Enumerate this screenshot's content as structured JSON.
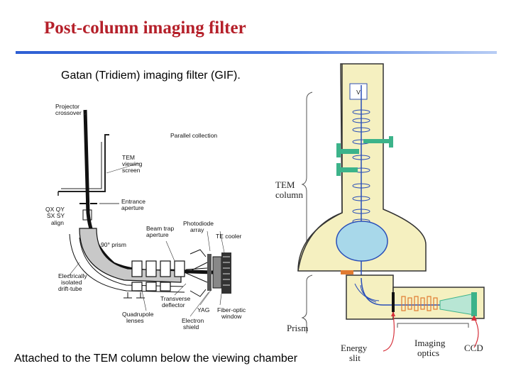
{
  "slide": {
    "title": "Post-column imaging filter",
    "subtitle": "Gatan (Tridiem) imaging filter (GIF).",
    "caption": "Attached to the TEM column below the viewing chamber"
  },
  "left_schematic": {
    "labels": {
      "projector": [
        "Projector",
        "crossover"
      ],
      "parallel": "Parallel collection",
      "tem_screen": [
        "TEM",
        "viewing",
        "screen"
      ],
      "entrance": [
        "Entrance",
        "aperture"
      ],
      "qx": "QX QY",
      "sx": "SX SY",
      "align": "align",
      "beamtrap": [
        "Beam trap",
        "aperture"
      ],
      "photodiode": [
        "Photodiode",
        "array"
      ],
      "prism90": "90° prism",
      "tecooler": "TE cooler",
      "drift": [
        "Electrically",
        "isolated",
        "drift-tube"
      ],
      "transverse": [
        "Transverse",
        "deflector"
      ],
      "quad": [
        "Quadrupole",
        "lenses"
      ],
      "yag": "YAG",
      "fiber": [
        "Fiber-optic",
        "window"
      ],
      "shield": [
        "Electron",
        "shield"
      ]
    }
  },
  "right_schematic": {
    "labels": {
      "tem_column": [
        "TEM",
        "column"
      ],
      "prism": "Prism",
      "energy_slit": [
        "Energy",
        "slit"
      ],
      "imaging_optics": [
        "Imaging",
        "optics"
      ],
      "ccd": "CCD",
      "v_mark": "V"
    }
  },
  "colors": {
    "title": "#b5202a",
    "rule": "#2e5fd3",
    "column_fill": "#f5f0c0",
    "lens_fill": "#a8d8ea",
    "beam": "#2a4fb8",
    "accent_green": "#3cb38a",
    "accent_orange": "#e07a30",
    "arrow_red": "#d6303a"
  }
}
